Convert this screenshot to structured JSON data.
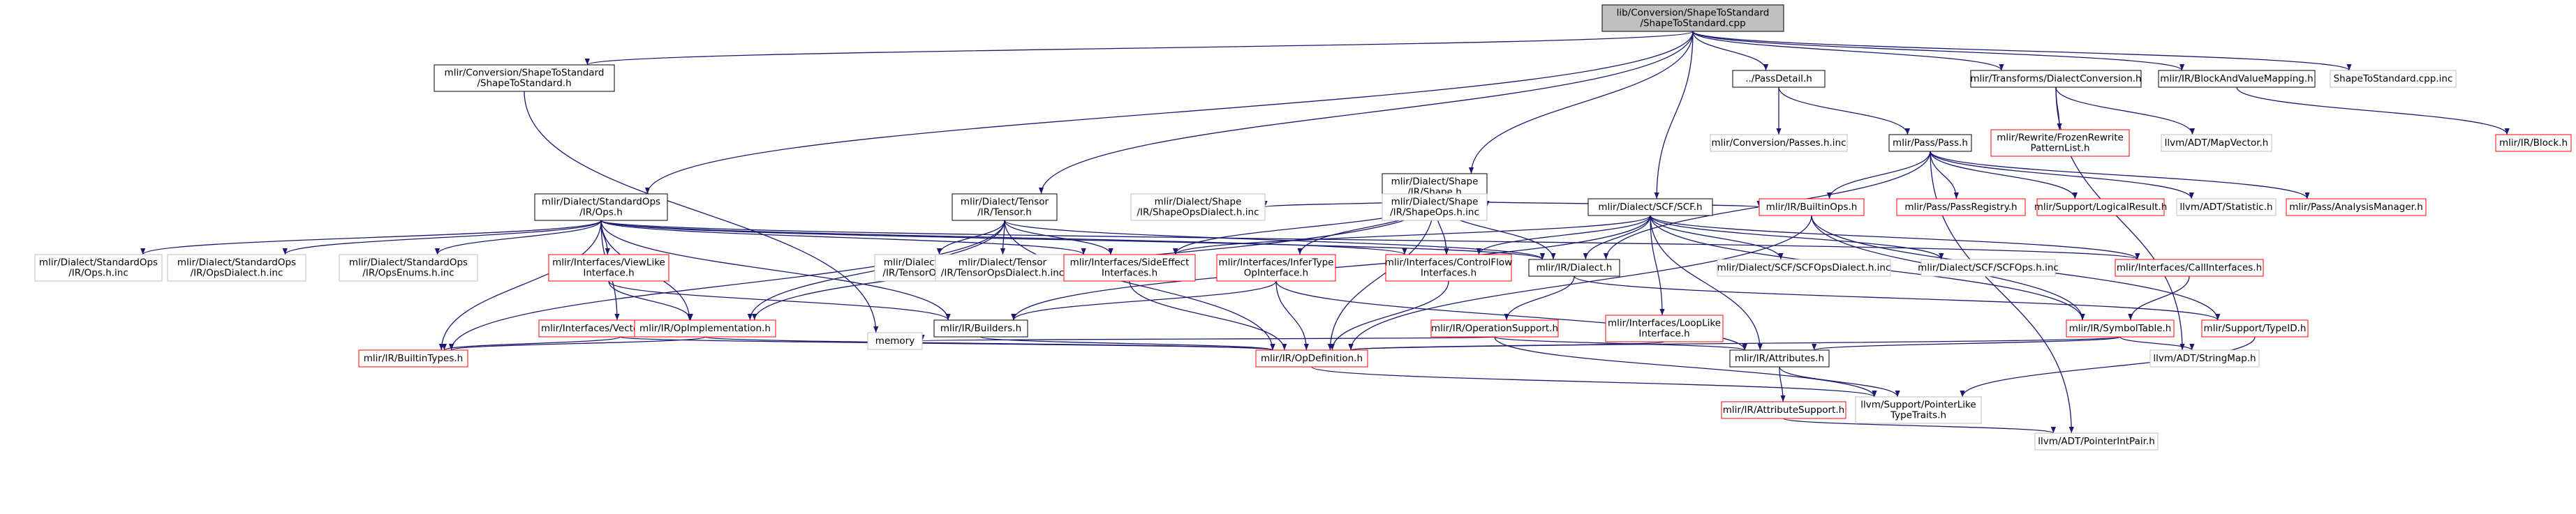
{
  "colors": {
    "edge": "#191970",
    "text": "#000000",
    "border_normal": "#000000",
    "border_missing_doc": "#ff0000",
    "border_external": "#bfbfbf",
    "fill_root": "#bfbfbf",
    "fill_default": "#ffffff"
  },
  "nodes": [
    {
      "id": "root",
      "lines": [
        "lib/Conversion/ShapeToStandard",
        "/ShapeToStandard.cpp"
      ],
      "style": "root"
    },
    {
      "id": "s2s_h",
      "lines": [
        "mlir/Conversion/ShapeToStandard",
        "/ShapeToStandard.h"
      ],
      "style": "normal"
    },
    {
      "id": "passdetail",
      "lines": [
        "../PassDetail.h"
      ],
      "style": "normal"
    },
    {
      "id": "dialectconv",
      "lines": [
        "mlir/Transforms/DialectConversion.h"
      ],
      "style": "normal"
    },
    {
      "id": "blockvalmap",
      "lines": [
        "mlir/IR/BlockAndValueMapping.h"
      ],
      "style": "normal"
    },
    {
      "id": "s2s_inc",
      "lines": [
        "ShapeToStandard.cpp.inc"
      ],
      "style": "external"
    },
    {
      "id": "passes_inc",
      "lines": [
        "mlir/Conversion/Passes.h.inc"
      ],
      "style": "external"
    },
    {
      "id": "pass_h",
      "lines": [
        "mlir/Pass/Pass.h"
      ],
      "style": "normal"
    },
    {
      "id": "frozen",
      "lines": [
        "mlir/Rewrite/FrozenRewrite",
        "PatternList.h"
      ],
      "style": "missing"
    },
    {
      "id": "mapvector",
      "lines": [
        "llvm/ADT/MapVector.h"
      ],
      "style": "external"
    },
    {
      "id": "block_h",
      "lines": [
        "mlir/IR/Block.h"
      ],
      "style": "missing"
    },
    {
      "id": "shape_h",
      "lines": [
        "mlir/Dialect/Shape",
        "/IR/Shape.h"
      ],
      "style": "normal"
    },
    {
      "id": "stdops_h",
      "lines": [
        "mlir/Dialect/StandardOps",
        "/IR/Ops.h"
      ],
      "style": "normal"
    },
    {
      "id": "tensor_h",
      "lines": [
        "mlir/Dialect/Tensor",
        "/IR/Tensor.h"
      ],
      "style": "normal"
    },
    {
      "id": "scf_h",
      "lines": [
        "mlir/Dialect/SCF/SCF.h"
      ],
      "style": "normal"
    },
    {
      "id": "shapeopsdialect_inc",
      "lines": [
        "mlir/Dialect/Shape",
        "/IR/ShapeOpsDialect.h.inc"
      ],
      "style": "external"
    },
    {
      "id": "shapeops_inc",
      "lines": [
        "mlir/Dialect/Shape",
        "/IR/ShapeOps.h.inc"
      ],
      "style": "external"
    },
    {
      "id": "builtinops",
      "lines": [
        "mlir/IR/BuiltinOps.h"
      ],
      "style": "missing"
    },
    {
      "id": "passregistry",
      "lines": [
        "mlir/Pass/PassRegistry.h"
      ],
      "style": "missing"
    },
    {
      "id": "logicalresult",
      "lines": [
        "mlir/Support/LogicalResult.h"
      ],
      "style": "missing"
    },
    {
      "id": "statistic",
      "lines": [
        "llvm/ADT/Statistic.h"
      ],
      "style": "external"
    },
    {
      "id": "analysismgr",
      "lines": [
        "mlir/Pass/AnalysisManager.h"
      ],
      "style": "missing"
    },
    {
      "id": "stdops_inc",
      "lines": [
        "mlir/Dialect/StandardOps",
        "/IR/Ops.h.inc"
      ],
      "style": "external"
    },
    {
      "id": "stdopsdialect_inc",
      "lines": [
        "mlir/Dialect/StandardOps",
        "/IR/OpsDialect.h.inc"
      ],
      "style": "external"
    },
    {
      "id": "stdopsenums_inc",
      "lines": [
        "mlir/Dialect/StandardOps",
        "/IR/OpsEnums.h.inc"
      ],
      "style": "external"
    },
    {
      "id": "viewlike",
      "lines": [
        "mlir/Interfaces/ViewLike",
        "Interface.h"
      ],
      "style": "missing"
    },
    {
      "id": "tensorops_inc",
      "lines": [
        "mlir/Dialect/Tensor",
        "/IR/TensorOps.h.inc"
      ],
      "style": "external"
    },
    {
      "id": "tensoropsdialect_inc",
      "lines": [
        "mlir/Dialect/Tensor",
        "/IR/TensorOpsDialect.h.inc"
      ],
      "style": "external"
    },
    {
      "id": "sideeffect",
      "lines": [
        "mlir/Interfaces/SideEffect",
        "Interfaces.h"
      ],
      "style": "missing"
    },
    {
      "id": "infertype",
      "lines": [
        "mlir/Interfaces/InferType",
        "OpInterface.h"
      ],
      "style": "missing"
    },
    {
      "id": "controlflow",
      "lines": [
        "mlir/Interfaces/ControlFlow",
        "Interfaces.h"
      ],
      "style": "missing"
    },
    {
      "id": "dialect_h",
      "lines": [
        "mlir/IR/Dialect.h"
      ],
      "style": "normal"
    },
    {
      "id": "scfopsdialect_inc",
      "lines": [
        "mlir/Dialect/SCF/SCFOpsDialect.h.inc"
      ],
      "style": "external"
    },
    {
      "id": "scfops_inc",
      "lines": [
        "mlir/Dialect/SCF/SCFOps.h.inc"
      ],
      "style": "external"
    },
    {
      "id": "callinterfaces",
      "lines": [
        "mlir/Interfaces/CallInterfaces.h"
      ],
      "style": "missing"
    },
    {
      "id": "vectorinterfaces",
      "lines": [
        "mlir/Interfaces/VectorInterfaces.h"
      ],
      "style": "missing"
    },
    {
      "id": "opimpl",
      "lines": [
        "mlir/IR/OpImplementation.h"
      ],
      "style": "missing"
    },
    {
      "id": "builders",
      "lines": [
        "mlir/IR/Builders.h"
      ],
      "style": "normal"
    },
    {
      "id": "opsupport",
      "lines": [
        "mlir/IR/OperationSupport.h"
      ],
      "style": "missing"
    },
    {
      "id": "looplike",
      "lines": [
        "mlir/Interfaces/LoopLike",
        "Interface.h"
      ],
      "style": "missing"
    },
    {
      "id": "symboltable",
      "lines": [
        "mlir/IR/SymbolTable.h"
      ],
      "style": "missing"
    },
    {
      "id": "typeid",
      "lines": [
        "mlir/Support/TypeID.h"
      ],
      "style": "missing"
    },
    {
      "id": "memory",
      "lines": [
        "memory"
      ],
      "style": "external"
    },
    {
      "id": "builtintypes",
      "lines": [
        "mlir/IR/BuiltinTypes.h"
      ],
      "style": "missing"
    },
    {
      "id": "opdefinition",
      "lines": [
        "mlir/IR/OpDefinition.h"
      ],
      "style": "missing"
    },
    {
      "id": "attributes",
      "lines": [
        "mlir/IR/Attributes.h"
      ],
      "style": "normal"
    },
    {
      "id": "stringmap",
      "lines": [
        "llvm/ADT/StringMap.h"
      ],
      "style": "external"
    },
    {
      "id": "attrsupport",
      "lines": [
        "mlir/IR/AttributeSupport.h"
      ],
      "style": "missing"
    },
    {
      "id": "ptrliketypetraits",
      "lines": [
        "llvm/Support/PointerLike",
        "TypeTraits.h"
      ],
      "style": "external"
    },
    {
      "id": "ptrintpair",
      "lines": [
        "llvm/ADT/PointerIntPair.h"
      ],
      "style": "external"
    }
  ],
  "edges": [
    [
      "root",
      "s2s_h"
    ],
    [
      "root",
      "passdetail"
    ],
    [
      "root",
      "dialectconv"
    ],
    [
      "root",
      "blockvalmap"
    ],
    [
      "root",
      "s2s_inc"
    ],
    [
      "root",
      "shape_h"
    ],
    [
      "root",
      "stdops_h"
    ],
    [
      "root",
      "tensor_h"
    ],
    [
      "root",
      "scf_h"
    ],
    [
      "s2s_h",
      "memory"
    ],
    [
      "passdetail",
      "passes_inc"
    ],
    [
      "passdetail",
      "pass_h"
    ],
    [
      "dialectconv",
      "frozen"
    ],
    [
      "dialectconv",
      "mapvector"
    ],
    [
      "dialectconv",
      "stringmap"
    ],
    [
      "blockvalmap",
      "block_h"
    ],
    [
      "pass_h",
      "builtinops"
    ],
    [
      "pass_h",
      "dialect_h"
    ],
    [
      "pass_h",
      "passregistry"
    ],
    [
      "pass_h",
      "logicalresult"
    ],
    [
      "pass_h",
      "statistic"
    ],
    [
      "pass_h",
      "analysismgr"
    ],
    [
      "pass_h",
      "ptrintpair"
    ],
    [
      "shape_h",
      "shapeopsdialect_inc"
    ],
    [
      "shape_h",
      "shapeops_inc"
    ],
    [
      "shape_h",
      "builtinops"
    ],
    [
      "shape_h",
      "sideeffect"
    ],
    [
      "shape_h",
      "infertype"
    ],
    [
      "shape_h",
      "controlflow"
    ],
    [
      "shape_h",
      "dialect_h"
    ],
    [
      "shape_h",
      "opimpl"
    ],
    [
      "shape_h",
      "opdefinition"
    ],
    [
      "stdops_h",
      "stdops_inc"
    ],
    [
      "stdops_h",
      "stdopsdialect_inc"
    ],
    [
      "stdops_h",
      "stdopsenums_inc"
    ],
    [
      "stdops_h",
      "viewlike"
    ],
    [
      "stdops_h",
      "vectorinterfaces"
    ],
    [
      "stdops_h",
      "opimpl"
    ],
    [
      "stdops_h",
      "builders"
    ],
    [
      "stdops_h",
      "builtintypes"
    ],
    [
      "stdops_h",
      "dialect_h"
    ],
    [
      "stdops_h",
      "sideeffect"
    ],
    [
      "stdops_h",
      "callinterfaces"
    ],
    [
      "stdops_h",
      "controlflow"
    ],
    [
      "tensor_h",
      "tensorops_inc"
    ],
    [
      "tensor_h",
      "tensoropsdialect_inc"
    ],
    [
      "tensor_h",
      "sideeffect"
    ],
    [
      "tensor_h",
      "dialect_h"
    ],
    [
      "tensor_h",
      "opimpl"
    ],
    [
      "tensor_h",
      "builtintypes"
    ],
    [
      "tensor_h",
      "opdefinition"
    ],
    [
      "scf_h",
      "scfopsdialect_inc"
    ],
    [
      "scf_h",
      "scfops_inc"
    ],
    [
      "scf_h",
      "looplike"
    ],
    [
      "scf_h",
      "dialect_h"
    ],
    [
      "scf_h",
      "builders"
    ],
    [
      "scf_h",
      "sideeffect"
    ],
    [
      "scf_h",
      "controlflow"
    ],
    [
      "scf_h",
      "attributes"
    ],
    [
      "scf_h",
      "symboltable"
    ],
    [
      "scf_h",
      "callinterfaces"
    ],
    [
      "builtinops",
      "symboltable"
    ],
    [
      "builtinops",
      "opdefinition"
    ],
    [
      "builtinops",
      "typeid"
    ],
    [
      "dialect_h",
      "opsupport"
    ],
    [
      "dialect_h",
      "typeid"
    ],
    [
      "viewlike",
      "builders"
    ],
    [
      "viewlike",
      "opimpl"
    ],
    [
      "vectorinterfaces",
      "builtintypes"
    ],
    [
      "vectorinterfaces",
      "opdefinition"
    ],
    [
      "opimpl",
      "builtintypes"
    ],
    [
      "opimpl",
      "opdefinition"
    ],
    [
      "builders",
      "opdefinition"
    ],
    [
      "sideeffect",
      "opdefinition"
    ],
    [
      "infertype",
      "builders"
    ],
    [
      "infertype",
      "opdefinition"
    ],
    [
      "infertype",
      "attributes"
    ],
    [
      "controlflow",
      "opdefinition"
    ],
    [
      "opsupport",
      "memory"
    ],
    [
      "opsupport",
      "attributes"
    ],
    [
      "opsupport",
      "ptrliketypetraits"
    ],
    [
      "looplike",
      "opdefinition"
    ],
    [
      "callinterfaces",
      "symboltable"
    ],
    [
      "symboltable",
      "opdefinition"
    ],
    [
      "symboltable",
      "attributes"
    ],
    [
      "symboltable",
      "stringmap"
    ],
    [
      "typeid",
      "ptrliketypetraits"
    ],
    [
      "opdefinition",
      "ptrliketypetraits"
    ],
    [
      "attributes",
      "attrsupport"
    ],
    [
      "attributes",
      "ptrliketypetraits"
    ],
    [
      "attrsupport",
      "ptrintpair"
    ]
  ]
}
